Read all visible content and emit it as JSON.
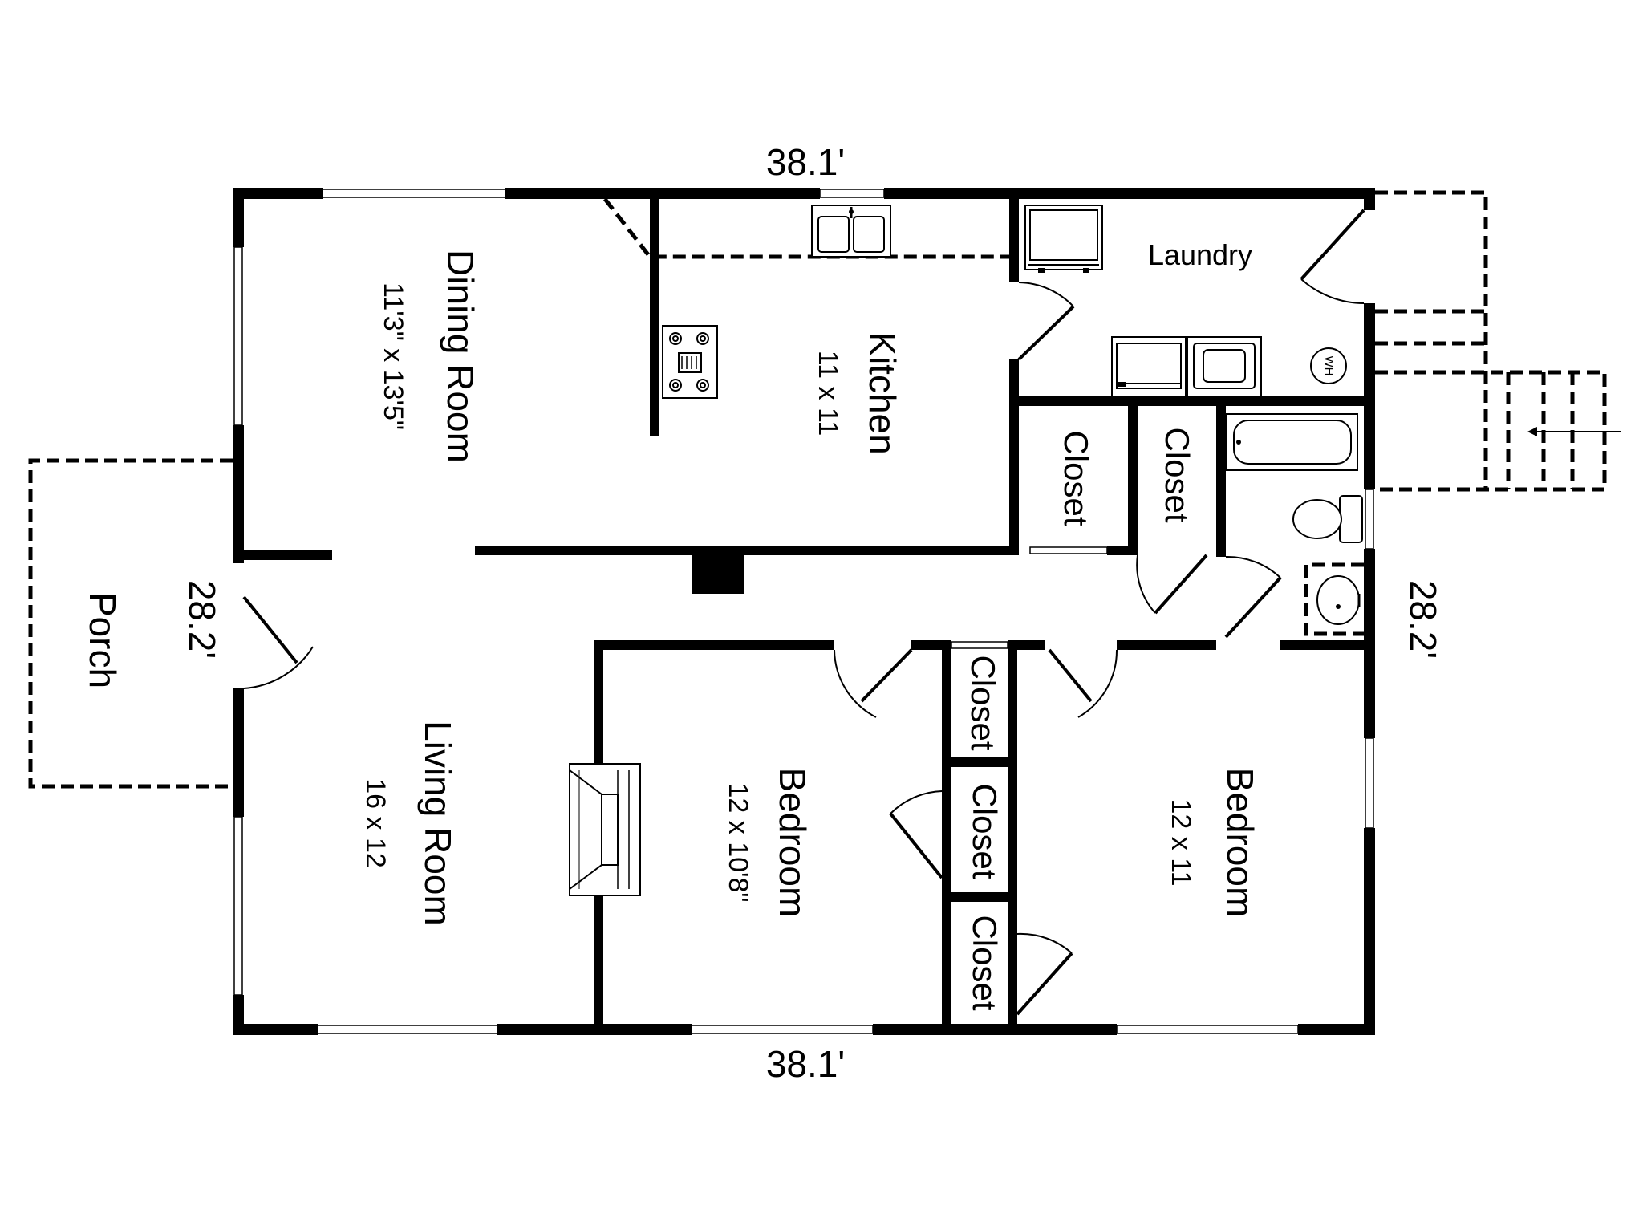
{
  "dimensions": {
    "top": "38.1'",
    "bottom": "38.1'",
    "left": "28.2'",
    "right": "28.2'"
  },
  "rooms": {
    "dining": {
      "name": "Dining Room",
      "size": "11'3\" x 13'5\""
    },
    "kitchen": {
      "name": "Kitchen",
      "size": "11 x 11"
    },
    "laundry": {
      "name": "Laundry"
    },
    "living": {
      "name": "Living Room",
      "size": "16 x 12"
    },
    "bedroom1": {
      "name": "Bedroom",
      "size": "12 x 10'8\""
    },
    "bedroom2": {
      "name": "Bedroom",
      "size": "12 x 11"
    },
    "porch": {
      "name": "Porch"
    }
  },
  "closets": {
    "label": "Closet"
  },
  "fixtures": {
    "water_heater": "WH"
  },
  "icons": {
    "sink": "double-sink-icon",
    "stove": "stove-icon",
    "washer": "washer-icon",
    "dryer": "dryer-icon",
    "tub": "bathtub-icon",
    "toilet": "toilet-icon",
    "vanity": "vanity-sink-icon",
    "fireplace": "fireplace-icon",
    "entry_arrow": "entry-arrow-icon"
  },
  "colors": {
    "wall": "#000000",
    "background": "#ffffff"
  }
}
